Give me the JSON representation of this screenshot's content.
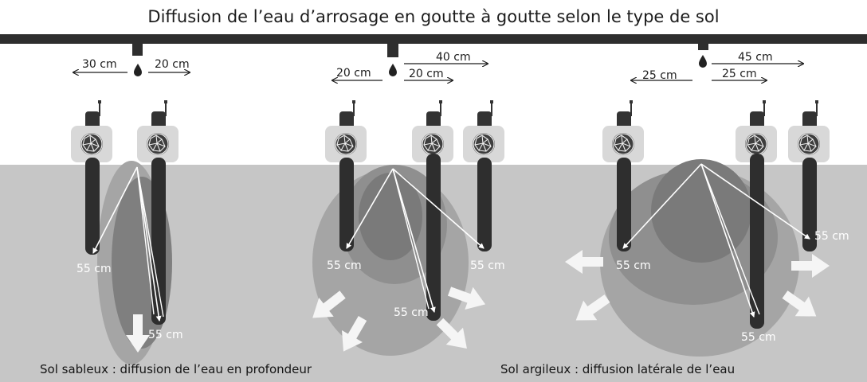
{
  "title": "Diffusion de l’eau d’arrosage en goutte à goutte selon le type de sol",
  "panels": {
    "left": {
      "distance_left": "30 cm",
      "distance_right": "20 cm",
      "depth_left": "55 cm",
      "depth_right": "55 cm"
    },
    "middle": {
      "distance_far": "40 cm",
      "distance_left": "20 cm",
      "distance_right": "20 cm",
      "depth_left": "55 cm",
      "depth_center": "55 cm",
      "depth_right": "55 cm"
    },
    "right": {
      "distance_far": "45 cm",
      "distance_left": "25 cm",
      "distance_right": "25 cm",
      "depth_left": "55 cm",
      "depth_center": "55 cm",
      "depth_right": "55 cm"
    }
  },
  "captions": {
    "sandy": "Sol sableux : diffusion de l’eau en profondeur",
    "clay": "Sol argileux : diffusion latérale de l’eau"
  },
  "colors": {
    "soil": "#c6c6c6",
    "pipe": "#2e2e2e",
    "probe_body": "#333333",
    "probe_head": "#d8d8d8",
    "zone_outer": "#a5a5a5",
    "zone_mid": "#8f8f8f",
    "zone_inner": "#7a7a7a",
    "arrow": "#f5f5f5"
  }
}
